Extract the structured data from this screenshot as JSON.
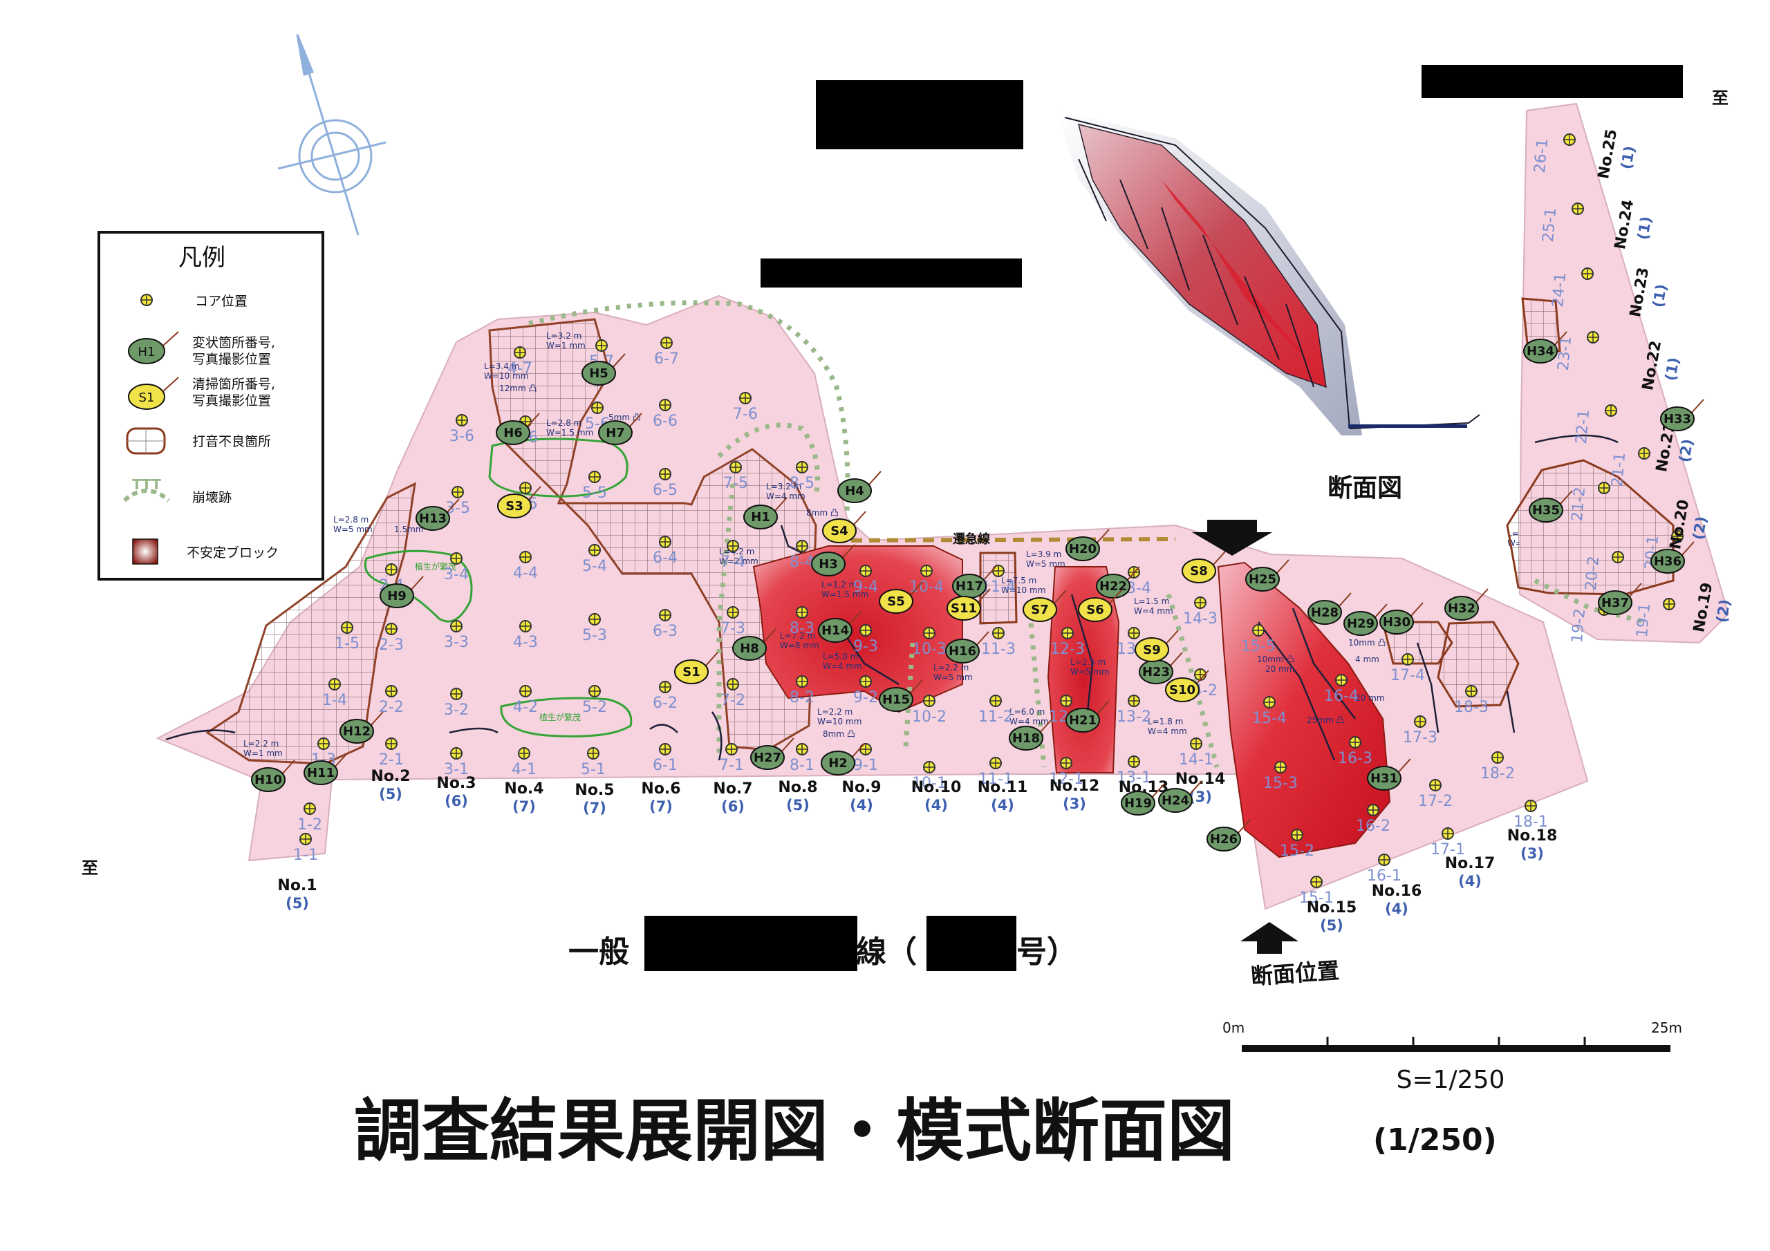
{
  "legend": {
    "title": "凡例",
    "items": [
      {
        "label": "コア位置"
      },
      {
        "label": "変状箇所番号,\n写真撮影位置",
        "badge": "H1"
      },
      {
        "label": "清掃箇所番号,\n写真撮影位置",
        "badge": "S1"
      },
      {
        "label": "打音不良箇所"
      },
      {
        "label": "崩壊跡",
        "symbol": "TTT"
      },
      {
        "label": "不安定ブロック"
      }
    ]
  },
  "road_label": {
    "prefix": "一般",
    "mid": "線（",
    "suffix": "号）"
  },
  "section_view_label": "断面図",
  "section_position_label": "断面位置",
  "boundary_label": "遷急線",
  "to_marker": "至",
  "scale": {
    "start": "0m",
    "end": "25m",
    "ratio": "S=1/250"
  },
  "title": "調査結果展開図・模式断面図",
  "subtitle": "(1/250)",
  "colors": {
    "slope_fill": "#f6d3de",
    "grid": "#9a7a83",
    "outline": "#8b3a1e",
    "collapse": "#9ab88a",
    "h_marker": "#6e9a6a",
    "s_marker": "#f1e24a",
    "unstable": "#d8202e",
    "vegetation": "#33a436",
    "count_text": "#3d5fb0"
  },
  "stations": [
    {
      "name": "No.1",
      "count": "(5)"
    },
    {
      "name": "No.2",
      "count": "(5)"
    },
    {
      "name": "No.3",
      "count": "(6)"
    },
    {
      "name": "No.4",
      "count": "(7)"
    },
    {
      "name": "No.5",
      "count": "(7)"
    },
    {
      "name": "No.6",
      "count": "(7)"
    },
    {
      "name": "No.7",
      "count": "(6)"
    },
    {
      "name": "No.8",
      "count": "(5)"
    },
    {
      "name": "No.9",
      "count": "(4)"
    },
    {
      "name": "No.10",
      "count": "(4)"
    },
    {
      "name": "No.11",
      "count": "(4)"
    },
    {
      "name": "No.12",
      "count": "(3)"
    },
    {
      "name": "No.13",
      "count": "(4)"
    },
    {
      "name": "No.14",
      "count": "(3)"
    },
    {
      "name": "No.15",
      "count": "(5)"
    },
    {
      "name": "No.16",
      "count": "(4)"
    },
    {
      "name": "No.17",
      "count": "(4)"
    },
    {
      "name": "No.18",
      "count": "(3)"
    },
    {
      "name": "No.19",
      "count": "(2)"
    },
    {
      "name": "No.20",
      "count": "(2)"
    },
    {
      "name": "No.21",
      "count": "(2)"
    },
    {
      "name": "No.22",
      "count": "(1)"
    },
    {
      "name": "No.23",
      "count": "(1)"
    },
    {
      "name": "No.24",
      "count": "(1)"
    },
    {
      "name": "No.25",
      "count": "(1)"
    }
  ],
  "cells": [
    "1-1",
    "1-2",
    "1-3",
    "1-4",
    "1-5",
    "2-1",
    "2-2",
    "2-3",
    "2-4",
    "3-1",
    "3-2",
    "3-3",
    "3-4",
    "3-5",
    "3-6",
    "4-1",
    "4-2",
    "4-3",
    "4-4",
    "4-5",
    "4-6",
    "4-7",
    "5-1",
    "5-2",
    "5-3",
    "5-4",
    "5-5",
    "5-6",
    "5-7",
    "6-1",
    "6-2",
    "6-3",
    "6-4",
    "6-5",
    "6-6",
    "6-7",
    "7-1",
    "7-2",
    "7-3",
    "7-4",
    "7-5",
    "7-6",
    "8-1",
    "8-2",
    "8-3",
    "8-4",
    "8-5",
    "9-1",
    "9-2",
    "9-3",
    "9-4",
    "10-1",
    "10-2",
    "10-3",
    "10-4",
    "11-1",
    "11-2",
    "11-3",
    "11-4",
    "12-1",
    "12-2",
    "12-3",
    "13-1",
    "13-2",
    "13-3",
    "13-4",
    "14-1",
    "14-2",
    "14-3",
    "15-1",
    "15-2",
    "15-3",
    "15-4",
    "15-5",
    "16-1",
    "16-2",
    "16-3",
    "16-4",
    "17-1",
    "17-2",
    "17-3",
    "17-4",
    "18-1",
    "18-2",
    "18-3",
    "19-1",
    "19-2",
    "20-1",
    "20-2",
    "21-1",
    "21-2",
    "22-1",
    "23-1",
    "24-1",
    "25-1",
    "26-1"
  ],
  "h_markers": [
    "H1",
    "H2",
    "H3",
    "H4",
    "H5",
    "H6",
    "H7",
    "H8",
    "H9",
    "H10",
    "H11",
    "H12",
    "H13",
    "H14",
    "H15",
    "H16",
    "H17",
    "H18",
    "H19",
    "H20",
    "H21",
    "H22",
    "H23",
    "H24",
    "H25",
    "H26",
    "H27",
    "H28",
    "H29",
    "H30",
    "H31",
    "H32",
    "H33",
    "H34",
    "H35",
    "H36",
    "H37"
  ],
  "s_markers": [
    "S1",
    "S3",
    "S4",
    "S5",
    "S6",
    "S7",
    "S8",
    "S9",
    "S10",
    "S11"
  ],
  "annotations": [
    "L=2.2 m W=1 mm",
    "L=2.8 m W=5 mm",
    "L=3.4 m W=10 mm",
    "L=3.2 m W=1 mm",
    "L=2.8 m W=1.5 mm",
    "L=3.2 m W=4 mm",
    "L=4.2 m W=2 mm",
    "L=1.2 m W=1.5 mm",
    "L=7.2 m W=8 mm",
    "L=5.0 m W=4 mm",
    "L=2.2 m W=10 mm",
    "L=2.2 m W=5 mm",
    "L=3.9 m W=5 mm",
    "L=7.5 m W=10 mm",
    "L=1.5 m W=4 mm",
    "L=2.5 m W=5 mm",
    "L=6.0 m W=4 mm",
    "L=1.8 m W=4 mm",
    "W=4 mm",
    "W=8 mm",
    "L=1.5 m W=5 mm",
    "10mm 凸",
    "20 mm",
    "25mm 凸",
    "8mm 凸",
    "12mm 凸",
    "5mm 凸",
    "1.5mm",
    "植生が繁茂",
    "植生が繁茂"
  ]
}
